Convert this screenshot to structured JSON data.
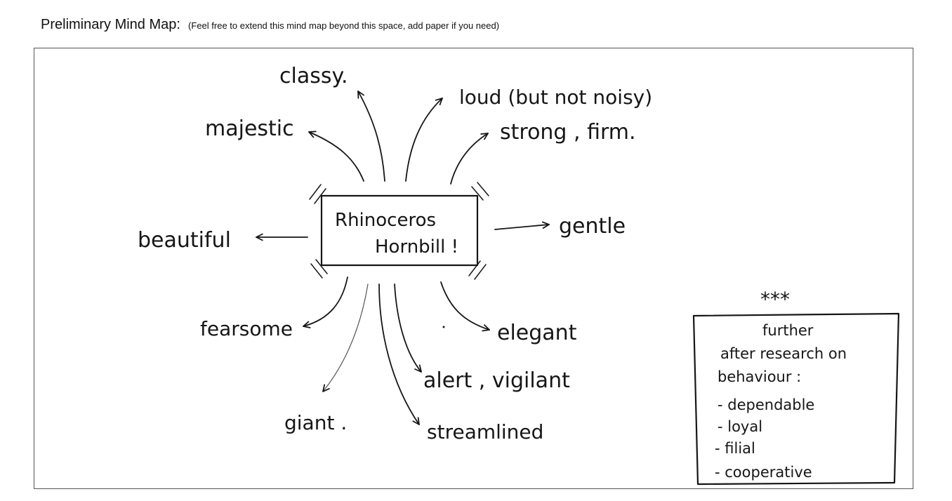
{
  "header": {
    "title": "Preliminary Mind Map:",
    "subtitle": "(Feel free to extend this mind map beyond this space, add paper if you need)"
  },
  "mindmap": {
    "center": [
      "Rhinoceros",
      "Hornbill !"
    ],
    "words": {
      "classy": "classy.",
      "loud": "loud (but not noisy)",
      "majestic": "majestic",
      "strong": "strong , firm.",
      "beautiful": "beautiful",
      "gentle": "gentle",
      "fearsome": "fearsome",
      "elegant": "elegant",
      "alert": "alert , vigilant",
      "giant": "giant .",
      "streamlined": "streamlined"
    },
    "note": {
      "stars": "***",
      "lines": [
        "further",
        "after research on",
        "behaviour :",
        "- dependable",
        "- loyal",
        "- filial",
        "- cooperative"
      ]
    }
  }
}
